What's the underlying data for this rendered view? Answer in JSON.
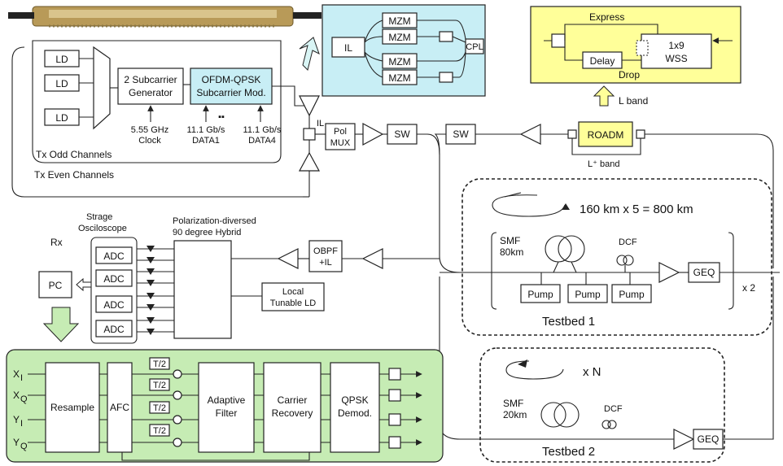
{
  "tx": {
    "ld1": "LD",
    "ld2": "LD",
    "ld3": "LD",
    "generator": [
      "2 Subcarrier",
      "Generator"
    ],
    "ofdm": [
      "OFDM-QPSK",
      "Subcarrier Mod."
    ],
    "clock": [
      "5.55 GHz",
      "Clock"
    ],
    "data1": [
      "11.1 Gb/s",
      "DATA1"
    ],
    "data4": [
      "11.1 Gb/s",
      "DATA4"
    ],
    "dots": "▪▪",
    "odd_label": "Tx Odd Channels",
    "even_label": "Tx Even Channels",
    "il_small": "IL"
  },
  "mzm_block": {
    "il": "IL",
    "mzm": [
      "MZM",
      "MZM",
      "MZM",
      "MZM"
    ],
    "cpl": "CPL",
    "bg_color": "#c8eef5"
  },
  "roadm_detail": {
    "express": "Express",
    "wss": [
      "1x9",
      "WSS"
    ],
    "delay": "Delay",
    "drop": "Drop",
    "bg_color": "#ffff99"
  },
  "link": {
    "pol_mux": [
      "Pol",
      "MUX"
    ],
    "sw1": "SW",
    "sw2": "SW",
    "roadm": "ROADM",
    "l_band": "L band",
    "lplus_band": "L⁺ band"
  },
  "testbed1": {
    "loop_text": "160 km x 5 = 800 km",
    "smf": [
      "SMF",
      "80km"
    ],
    "dcf": "DCF",
    "pumps": [
      "Pump",
      "Pump",
      "Pump"
    ],
    "geq": "GEQ",
    "x2": "x 2",
    "label": "Testbed 1"
  },
  "testbed2": {
    "loop_text": "x N",
    "smf": [
      "SMF",
      "20km"
    ],
    "dcf": "DCF",
    "geq": "GEQ",
    "label": "Testbed 2"
  },
  "rx": {
    "rx_label": "Rx",
    "scope": [
      "Strage",
      "Osciloscope"
    ],
    "hybrid": [
      "Polarization-diversed",
      "90 degree Hybrid"
    ],
    "adc": [
      "ADC",
      "ADC",
      "ADC",
      "ADC"
    ],
    "pc": "PC",
    "obpf": [
      "OBPF",
      "+IL"
    ],
    "local": [
      "Local",
      "Tunable LD"
    ]
  },
  "dsp": {
    "inputs": [
      "X",
      "X",
      "Y",
      "Y"
    ],
    "input_subs": [
      "I",
      "Q",
      "I",
      "Q"
    ],
    "resample": "Resample",
    "afc": "AFC",
    "t2": [
      "T/2",
      "T/2",
      "T/2",
      "T/2"
    ],
    "adaptive": [
      "Adaptive",
      "Filter"
    ],
    "carrier": [
      "Carrier",
      "Recovery"
    ],
    "qpsk": [
      "QPSK",
      "Demod."
    ],
    "bg_color": "#c6ecb4"
  }
}
